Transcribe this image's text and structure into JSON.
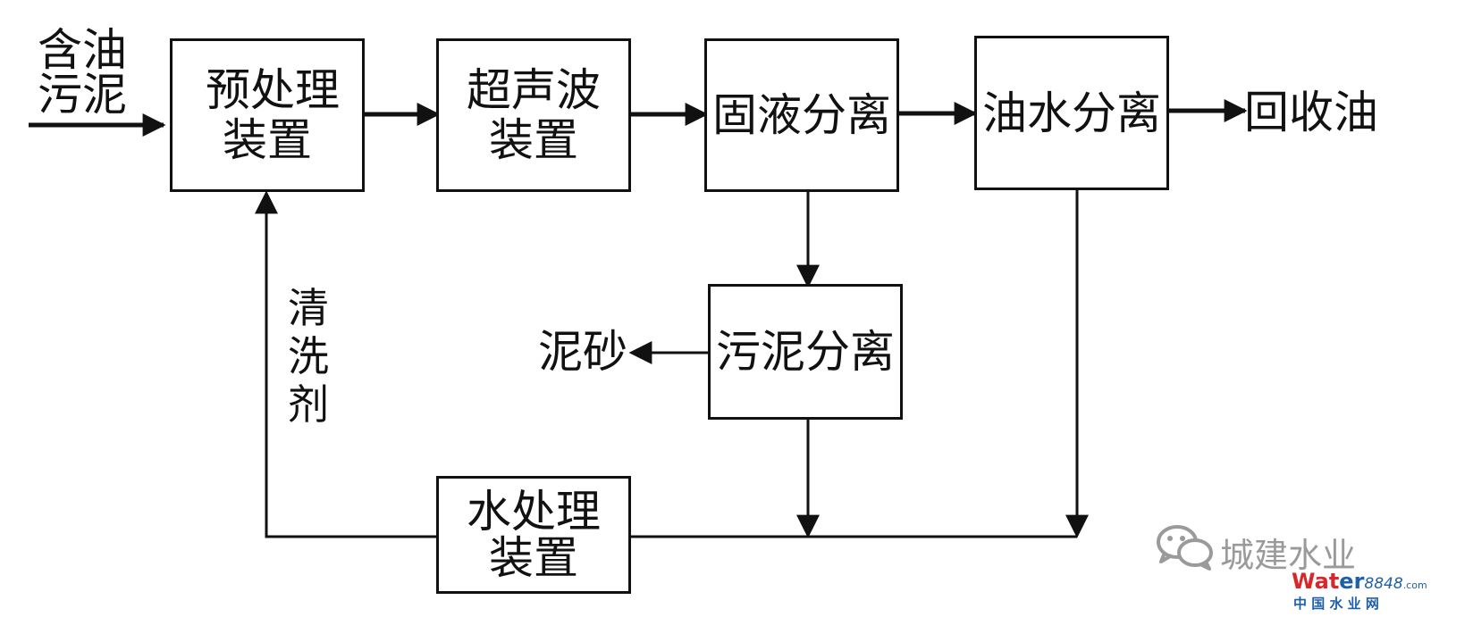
{
  "nodes": {
    "pretreatment": [
      "预处理",
      "装置"
    ],
    "ultrasonic": [
      "超声波",
      "装置"
    ],
    "solid_liquid": [
      "固液分离"
    ],
    "oil_water": [
      "油水分离"
    ],
    "sludge_sep": [
      "污泥分离"
    ],
    "water_treatment": [
      "水处理",
      "装置"
    ]
  },
  "labels": {
    "input_line1": "含油",
    "input_line2": "污泥",
    "output_oil": "回收油",
    "output_sand": "泥砂",
    "cleaning_agent": "清洗剂"
  },
  "watermark": {
    "account": "城建水业",
    "site_brand_a": "Wat",
    "site_brand_b": "er",
    "site_brand_c": "8848",
    "site_brand_d": ".com",
    "site_cn": "中 国 水 业 网"
  },
  "colors": {
    "line": "#111111",
    "watermark_gray": "#9a9a9a",
    "brand_red": "#d8262b",
    "brand_blue": "#1f5fa8"
  }
}
